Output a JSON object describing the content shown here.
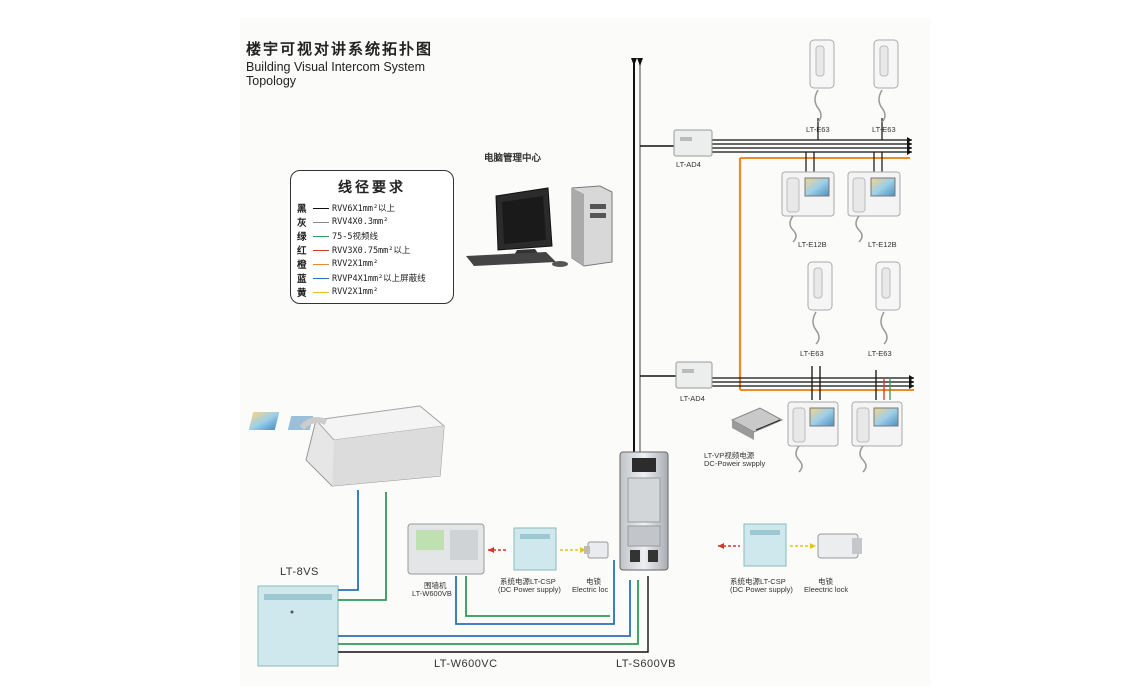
{
  "title_cn": "楼宇可视对讲系统拓扑图",
  "title_en_line1": "Building Visual Intercom System",
  "title_en_line2": "Topology",
  "pc_label": "电脑管理中心",
  "legend": {
    "title": "线径要求",
    "rows": [
      {
        "color_name": "黑",
        "spec": "RVV6X1mm²以上",
        "color": "#111111"
      },
      {
        "color_name": "灰",
        "spec": "RVV4X0.3mm²",
        "color": "#8a8a8a"
      },
      {
        "color_name": "绿",
        "spec": "75-5视频线",
        "color": "#2e9a57"
      },
      {
        "color_name": "红",
        "spec": "RVV3X0.75mm²以上",
        "color": "#d7342a"
      },
      {
        "color_name": "橙",
        "spec": "RVV2X1mm²",
        "color": "#ee8a2b"
      },
      {
        "color_name": "蓝",
        "spec": "RVVP4X1mm²以上屏蔽线",
        "color": "#2f6fb7"
      },
      {
        "color_name": "黄",
        "spec": "RVV2X1mm²",
        "color": "#e8c21f"
      }
    ]
  },
  "labels": {
    "ad4_top": "LT-AD4",
    "ad4_bottom": "LT-AD4",
    "e63_1": "LT-E63",
    "e63_2": "LT-E63",
    "e63_3": "LT-E63",
    "e63_4": "LT-E63",
    "e12b_1": "LT-E12B",
    "e12b_2": "LT-E12B",
    "vp_cn": "LT-VP视频电源",
    "vp_en": "DC-Poweir swpply",
    "vs8": "LT-8VS",
    "wall_cn": "围墙机",
    "wall_en": "LT-W600VB",
    "csp_cn_left": "系统电源LT-CSP",
    "csp_en_left": "(DC Power supply)",
    "lock_cn_left": "电锁",
    "lock_en_left": "Electric loc",
    "csp_cn_right": "系统电源LT-CSP",
    "csp_en_right": "(DC Power supply)",
    "lock_cn_right": "电锁",
    "lock_en_right": "Eleectric lock",
    "w600vc": "LT-W600VC",
    "s600vb": "LT-S600VB"
  },
  "colors": {
    "black": "#111111",
    "gray": "#8a8a8a",
    "green": "#2e9a57",
    "red": "#d7342a",
    "orange": "#ee8a2b",
    "blue": "#2f6fb7",
    "yellow": "#e8c21f"
  }
}
